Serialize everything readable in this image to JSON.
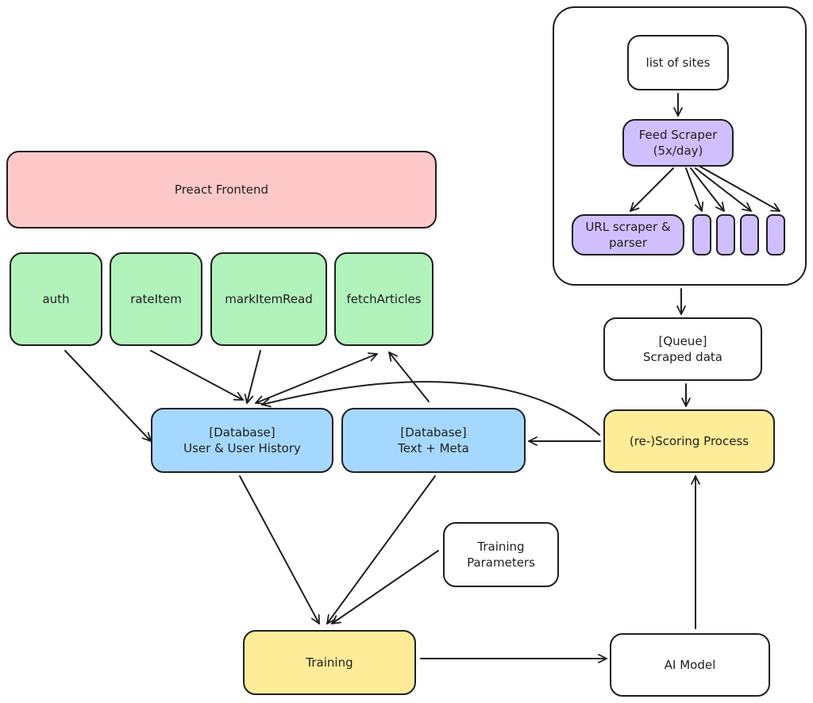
{
  "nodes": {
    "frontend": "Preact Frontend",
    "auth": "auth",
    "rate_item": "rateItem",
    "mark_item_read": "markItemRead",
    "fetch_articles": "fetchArticles",
    "db_users": "[Database]\nUser & User History",
    "db_text": "[Database]\nText + Meta",
    "scoring": "(re-)Scoring Process",
    "queue": "[Queue]\nScraped data",
    "sites": "list of sites",
    "feed_scraper": "Feed Scraper\n(5x/day)",
    "url_scraper": "URL scraper &\nparser",
    "training_params": "Training\nParameters",
    "training": "Training",
    "ai_model": "AI Model"
  },
  "colors": {
    "frontend": "#ffc9c9",
    "endpoint": "#b2f2bb",
    "database": "#a5d8ff",
    "process": "#ffec99",
    "scraper": "#d0bfff",
    "stroke": "#1e1e1e"
  }
}
